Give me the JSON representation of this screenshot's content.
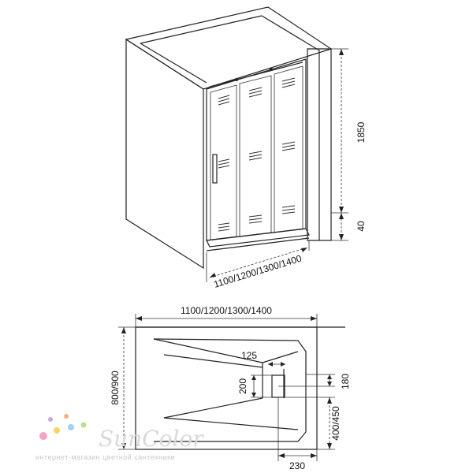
{
  "top_view": {
    "width_label": "1100/1200/1300/1400",
    "height_label": "1850",
    "base_label": "40"
  },
  "plan_view": {
    "width_label": "1100/1200/1300/1400",
    "depth_label": "800/900",
    "drain_offset_x_label": "125",
    "drain_size_label": "200",
    "drain_offset_right_label": "180",
    "drain_from_front_label": "400/450",
    "drain_from_side_label": "230"
  },
  "watermark": {
    "brand": "SunColor",
    "tagline": "интернет-магазин цветной сантехники",
    "dot_colors": [
      "#f4a3c3",
      "#f7d36a",
      "#9fd3f0",
      "#b8e08a",
      "#c9a7e6",
      "#f6b07a"
    ]
  }
}
